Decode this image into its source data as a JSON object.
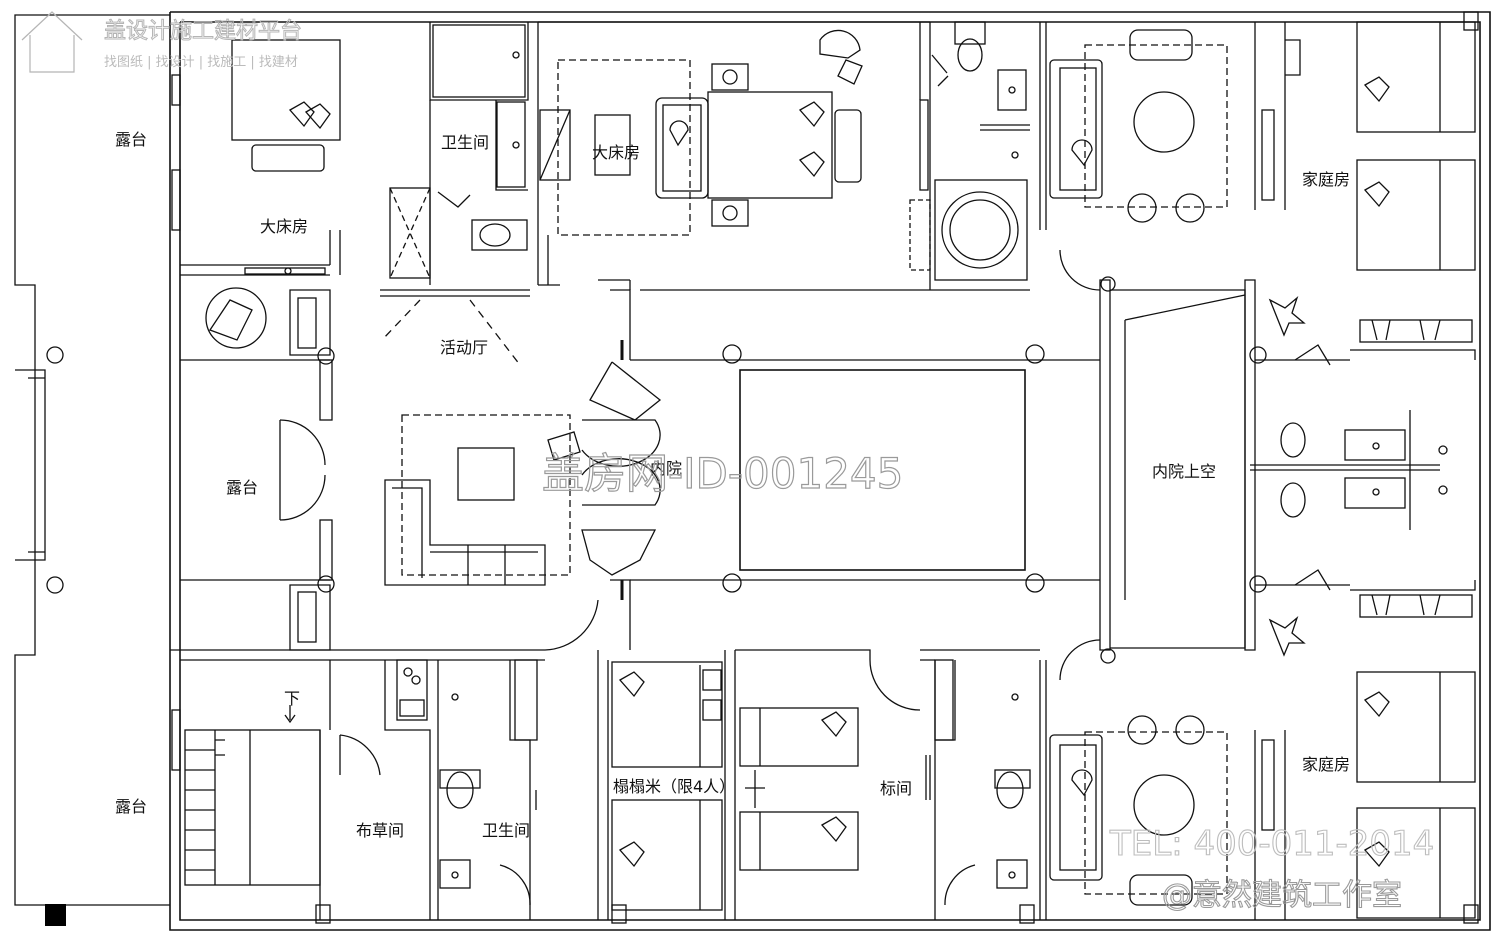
{
  "rooms": {
    "terrace_top": "露台",
    "terrace_mid": "露台",
    "terrace_bottom": "露台",
    "master_bedroom_left": "大床房",
    "master_bedroom_center": "大床房",
    "bathroom_top": "卫生间",
    "bathroom_bottom": "卫生间",
    "activity_hall": "活动厅",
    "courtyard": "内院",
    "inner_courtyard_void": "内院上空",
    "family_room_top": "家庭房",
    "family_room_bottom": "家庭房",
    "linen_room": "布草间",
    "tatami": "榻榻米（限4人）",
    "standard_room": "标间",
    "stair_down": "下"
  },
  "watermarks": {
    "center": "盖房网-ID-001245",
    "tel": "TEL: 400-011-2014",
    "studio": "@意然建筑工作室",
    "logo_title": "盖设计施工建材平台",
    "logo_tagline": "找图纸 | 找设计 | 找施工 | 找建材"
  },
  "colors": {
    "line": "#111111",
    "background": "#ffffff",
    "watermark": "#9a9a9a"
  }
}
